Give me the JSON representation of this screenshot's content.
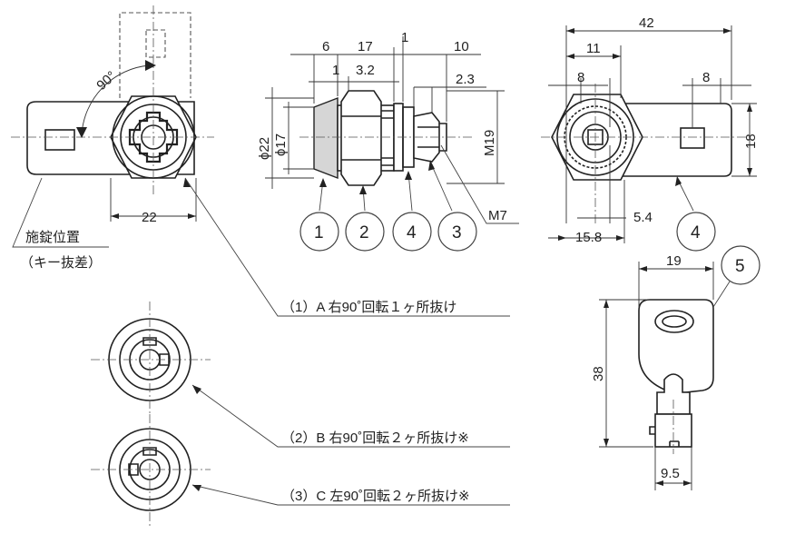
{
  "dimensions": {
    "top_left_22": "22",
    "angle_90": "90°",
    "side_6": "6",
    "side_17": "17",
    "side_1_top": "1",
    "side_10": "10",
    "side_1_mid": "1",
    "side_3_2": "3.2",
    "side_2_3": "2.3",
    "side_phi22": "ϕ22",
    "side_phi17": "ϕ17",
    "side_m19": "M19",
    "side_m7": "M7",
    "rear_42": "42",
    "rear_11": "11",
    "rear_8_left": "8",
    "rear_8_right": "8",
    "rear_18": "18",
    "rear_5_4": "5.4",
    "rear_15_8": "15.8",
    "key_19": "19",
    "key_38": "38",
    "key_9_5": "9.5"
  },
  "labels": {
    "lock_position": "施錠位置",
    "key_removal": "（キー抜差）",
    "variant_a": "（1）A 右90˚回転１ヶ所抜け",
    "variant_b": "（2）B 右90˚回転２ヶ所抜け※",
    "variant_c": "（3）C 左90˚回転２ヶ所抜け※"
  },
  "callouts": {
    "c1": "1",
    "c2": "2",
    "c4_side": "4",
    "c3": "3",
    "c4_rear": "4",
    "c5": "5"
  }
}
